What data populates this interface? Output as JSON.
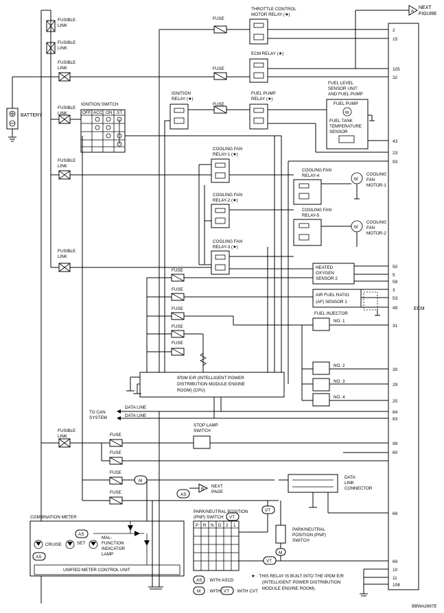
{
  "next_figure": {
    "letter": "A",
    "line1": "NEXT",
    "line2": "FIGURE"
  },
  "fusible_link": {
    "line1": "FUSIBLE",
    "line2": "LINK"
  },
  "battery": "BATTERY",
  "ignition_switch": {
    "title": "IGNITION SWITCH",
    "cols": [
      "OFF",
      "ACC",
      "ON",
      "ST"
    ]
  },
  "fuse": "FUSE",
  "relays": {
    "throttle": {
      "l1": "THROTTLE CONTROL",
      "l2": "MOTOR RELAY (★)"
    },
    "ecm": {
      "l1": "ECM RELAY (★)"
    },
    "ignition": {
      "l1": "IGNITION",
      "l2": "RELAY (★)"
    },
    "fuel_pump": {
      "l1": "FUEL PUMP",
      "l2": "RELAY (★)"
    },
    "cf1": {
      "l1": "COOLING FAN",
      "l2": "RELAY-1 (★)"
    },
    "cf2": {
      "l1": "COOLING FAN",
      "l2": "RELAY-2 (★)"
    },
    "cf3": {
      "l1": "COOLING FAN",
      "l2": "RELAY-3 (★)"
    },
    "cf4": {
      "l1": "COOLING FAN",
      "l2": "RELAY-4"
    },
    "cf5": {
      "l1": "COOLING FAN",
      "l2": "RELAY-5"
    }
  },
  "fuel_level": {
    "l1": "FUEL LEVEL",
    "l2": "SENSOR UNIT",
    "l3": "AND FUEL PUMP",
    "pump": "FUEL PUMP",
    "t1": "FUEL TANK",
    "t2": "TEMPERATURE",
    "t3": "SENSOR"
  },
  "fan_motor_1": {
    "l1": "COOLING",
    "l2": "FAN",
    "l3": "MOTOR-1"
  },
  "fan_motor_2": {
    "l1": "COOLING",
    "l2": "FAN",
    "l3": "MOTOR-2"
  },
  "motor_symbol": "M",
  "heated_o2": {
    "l1": "HEATED",
    "l2": "OXYGEN",
    "l3": "SENSOR 2"
  },
  "af_sensor": {
    "l1": "AIR FUEL RATIO",
    "l2": "(AF) SENSOR 1"
  },
  "fuel_injector": "FUEL INJECTOR",
  "injectors": [
    "NO. 1",
    "NO. 2",
    "NO. 3",
    "NO. 4"
  ],
  "ecm": "ECM",
  "ipdm": {
    "l1": "IPDM E/R (INTELLIGENT POWER",
    "l2": "DISTRIBUTION MODULE ENGINE",
    "l3": "ROOM) (CPU)"
  },
  "to_can": {
    "l1": "TO CAN",
    "l2": "SYSTEM"
  },
  "data_line": "DATA LINE",
  "stop_lamp": {
    "l1": "STOP LAMP",
    "l2": "SWITCH"
  },
  "dlc": {
    "l1": "DATA",
    "l2": "LINK",
    "l3": "CONNECTOR"
  },
  "next_page": {
    "letter": "B",
    "l1": "NEXT",
    "l2": "PAGE"
  },
  "pnp_switch_table": {
    "l1": "PARK/NEUTRAL POSITION",
    "l2": "(PNP) SWITCH",
    "cols": [
      "P",
      "R",
      "N",
      "D",
      "2",
      "1"
    ]
  },
  "pnp_switch": {
    "l1": "PARK/NEUTRAL",
    "l2": "POSITION (PNP)",
    "l3": "SWITCH"
  },
  "combination_meter": {
    "title": "COMBINATION METER",
    "cruise": "CRUISE",
    "set": "SET",
    "mil1": "MAL-",
    "mil2": "FUNCTION",
    "mil3": "INDICATOR",
    "mil4": "LAMP",
    "unit": "UNIFIED METER CONTROL UNIT"
  },
  "badges": {
    "as": "AS",
    "m": "M",
    "vt": "VT"
  },
  "legend": {
    "as": ": WITH ASCD",
    "m": ": WITH M/T",
    "vt": ": WITH CVT"
  },
  "note": {
    "star": "★",
    "l1": ": THIS RELAY IS BUILT INTO THE IPDM E/R",
    "l2": "(INTELLIGENT POWER DISTRIBUTION",
    "l3": "MODULE ENGINE ROOM)."
  },
  "ecm_pins": [
    "2",
    "15",
    "105",
    "32",
    "43",
    "23",
    "93",
    "50",
    "5",
    "59",
    "3",
    "53",
    "49",
    "31",
    "30",
    "29",
    "25",
    "84",
    "83",
    "99",
    "60",
    "68",
    "69",
    "10",
    "11",
    "108"
  ],
  "figure_id": "BBWA2867E"
}
